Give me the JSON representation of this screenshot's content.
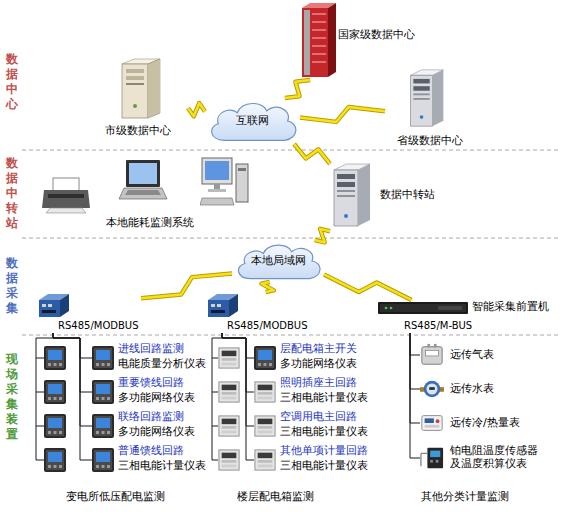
{
  "diagram": {
    "nodes": [
      {
        "text": [
          "国家级数据中心"
        ]
      },
      {
        "text": [
          "市级数据中心"
        ]
      },
      {
        "text": [
          "互联网"
        ]
      },
      {
        "text": [
          "省级数据中心"
        ]
      },
      {
        "text": [
          "本地能耗监测系统"
        ]
      },
      {
        "text": [
          "数据中转站"
        ]
      },
      {
        "text": [
          "本地局域网"
        ]
      },
      {
        "text": [
          "RS485/MODBUS"
        ]
      },
      {
        "text": [
          "RS485/MODBUS"
        ]
      },
      {
        "text": [
          "智能采集前置机",
          "RS485/M-BUS"
        ]
      },
      {
        "text": [
          "进线回路监测",
          "电能质量分析仪表"
        ]
      },
      {
        "text": [
          "重要馈线回路",
          "多功能网络仪表"
        ]
      },
      {
        "text": [
          "联络回路监测",
          "多功能网络仪表"
        ]
      },
      {
        "text": [
          "普通馈线回路",
          "三相电能计量仪表"
        ]
      },
      {
        "text": [
          "层配电箱主开关",
          "多功能网络仪表"
        ]
      },
      {
        "text": [
          "照明插座主回路",
          "三相电能计量仪表"
        ]
      },
      {
        "text": [
          "空调用电主回路",
          "三相电能计量仪表"
        ]
      },
      {
        "text": [
          "其他单项计量回路",
          "三相电能计量仪表"
        ]
      },
      {
        "text": [
          "远传气表"
        ]
      },
      {
        "text": [
          "远传水表"
        ]
      },
      {
        "text": [
          "远传冷/热量表"
        ]
      },
      {
        "text": [
          "铂电阻温度传感器 及温度积算仪表"
        ]
      }
    ],
    "edges": [
      {
        "from": 1,
        "to": 2,
        "arrow": "none"
      },
      {
        "from": 0,
        "to": 2,
        "arrow": "none"
      },
      {
        "from": 2,
        "to": 3,
        "arrow": "none"
      },
      {
        "from": 2,
        "to": 5,
        "arrow": "none"
      },
      {
        "from": 5,
        "to": 6,
        "arrow": "none"
      },
      {
        "from": 6,
        "to": 7,
        "arrow": "none"
      },
      {
        "from": 6,
        "to": 8,
        "arrow": "none"
      },
      {
        "from": 6,
        "to": 9,
        "arrow": "none"
      },
      {
        "from": 7,
        "to": 10,
        "arrow": "none"
      },
      {
        "from": 7,
        "to": 11,
        "arrow": "none"
      },
      {
        "from": 7,
        "to": 12,
        "arrow": "none"
      },
      {
        "from": 7,
        "to": 13,
        "arrow": "none"
      },
      {
        "from": 8,
        "to": 14,
        "arrow": "none"
      },
      {
        "from": 8,
        "to": 15,
        "arrow": "none"
      },
      {
        "from": 8,
        "to": 16,
        "arrow": "none"
      },
      {
        "from": 8,
        "to": 17,
        "arrow": "none"
      },
      {
        "from": 9,
        "to": 18,
        "arrow": "none"
      },
      {
        "from": 9,
        "to": 19,
        "arrow": "none"
      },
      {
        "from": 9,
        "to": 20,
        "arrow": "none"
      },
      {
        "from": 9,
        "to": 21,
        "arrow": "none"
      }
    ],
    "labels": [
      "数据中心",
      "数据中转站",
      "数据采集",
      "现场采集装置",
      "变电所低压配电监测",
      "楼层配电箱监测",
      "其他分类计量监测"
    ]
  }
}
